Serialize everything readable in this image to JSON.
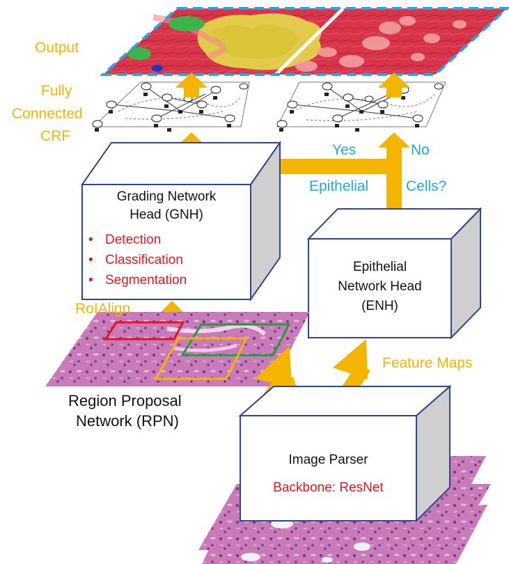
{
  "labels": {
    "output": "Output",
    "crf_line1": "Fully",
    "crf_line2": "Connected",
    "crf_line3": "CRF",
    "yes": "Yes",
    "no": "No",
    "epithelial_question_part1": "Epithelial",
    "epithelial_question_part2": "Cells?",
    "roialign": "RoIAlign",
    "feature_maps": "Feature Maps",
    "rpn_line1": "Region Proposal",
    "rpn_line2": "Network (RPN)"
  },
  "gnh": {
    "title_line1": "Grading Network",
    "title_line2": "Head (GNH)",
    "bullet_symbol": "•",
    "items": [
      "Detection",
      "Classification",
      "Segmentation"
    ]
  },
  "enh": {
    "line1": "Epithelial",
    "line2": "Network Head",
    "line3": "(ENH)"
  },
  "parser": {
    "title": "Image Parser",
    "backbone": "Backbone: ResNet"
  },
  "colors": {
    "orange": "#f5b400",
    "blue": "#1fa8e0",
    "red": "#e8141c",
    "box_border": "#2b4590",
    "green": "#1f9e3a",
    "tissue_pink": "#c774b4",
    "output_red": "#d83246",
    "output_yellow": "#e4d34a"
  }
}
